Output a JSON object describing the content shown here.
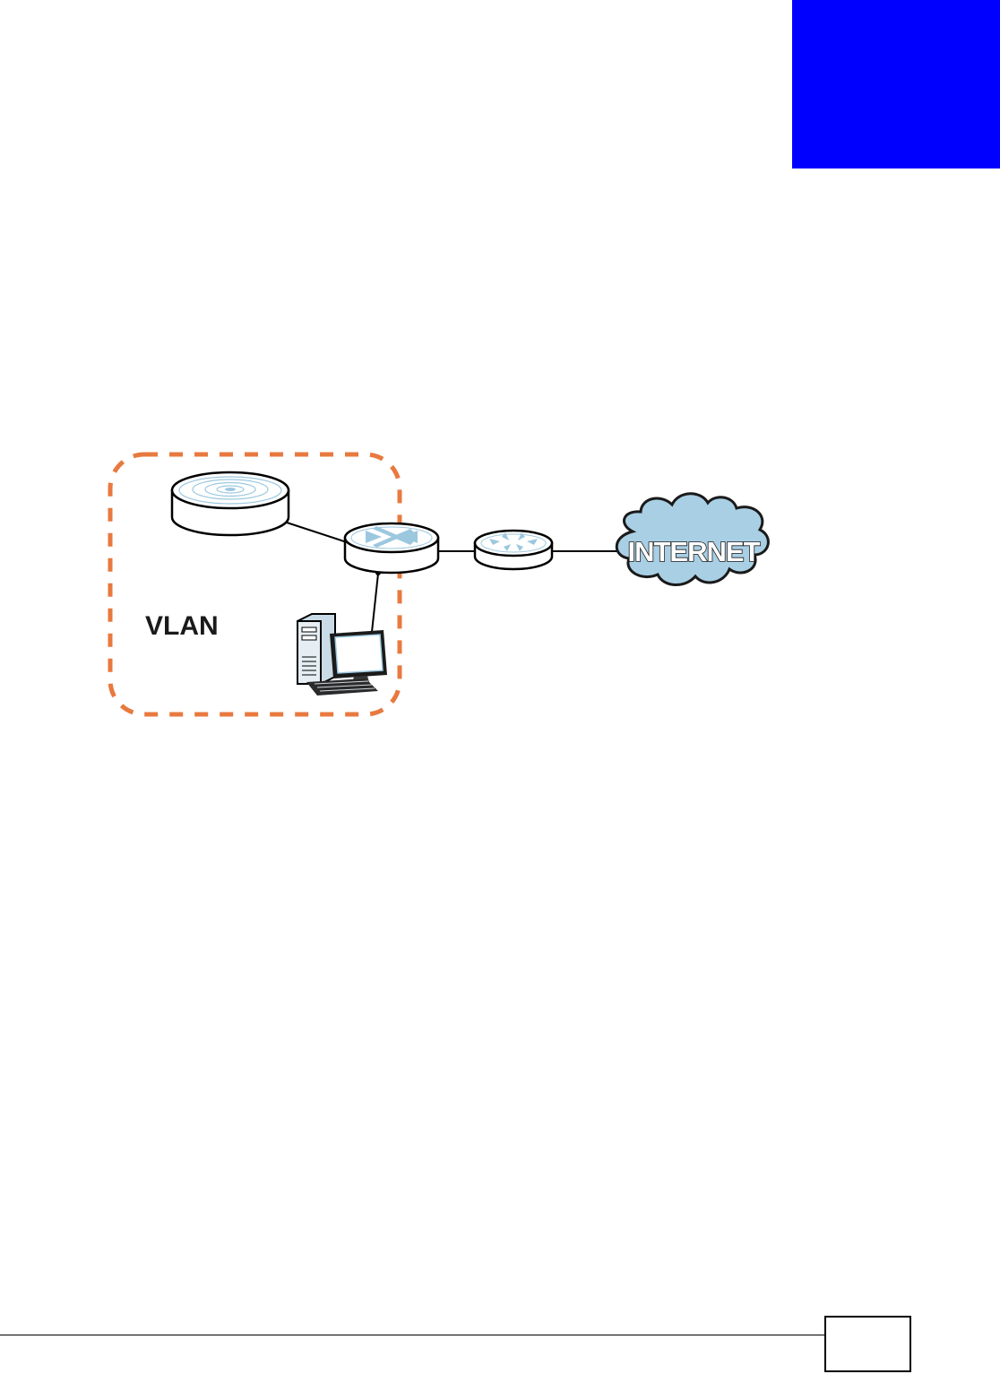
{
  "colors": {
    "chapter_tab": "#0000ff",
    "vlan_border": "#e8793f",
    "cloud_fill": "#a9cfe4",
    "device_accent": "#9cc8df"
  },
  "diagram": {
    "vlan_label": "VLAN",
    "internet_label": "INTERNET",
    "nodes": [
      {
        "name": "access-point",
        "icon": "access-point-icon"
      },
      {
        "name": "switch",
        "icon": "switch-icon"
      },
      {
        "name": "computer",
        "icon": "desktop-computer-icon"
      },
      {
        "name": "router",
        "icon": "router-icon"
      },
      {
        "name": "internet",
        "icon": "cloud-icon"
      }
    ],
    "links": [
      {
        "from": "access-point",
        "to": "switch"
      },
      {
        "from": "computer",
        "to": "switch"
      },
      {
        "from": "switch",
        "to": "router"
      },
      {
        "from": "router",
        "to": "internet"
      }
    ]
  },
  "footer": {
    "page_number": ""
  }
}
